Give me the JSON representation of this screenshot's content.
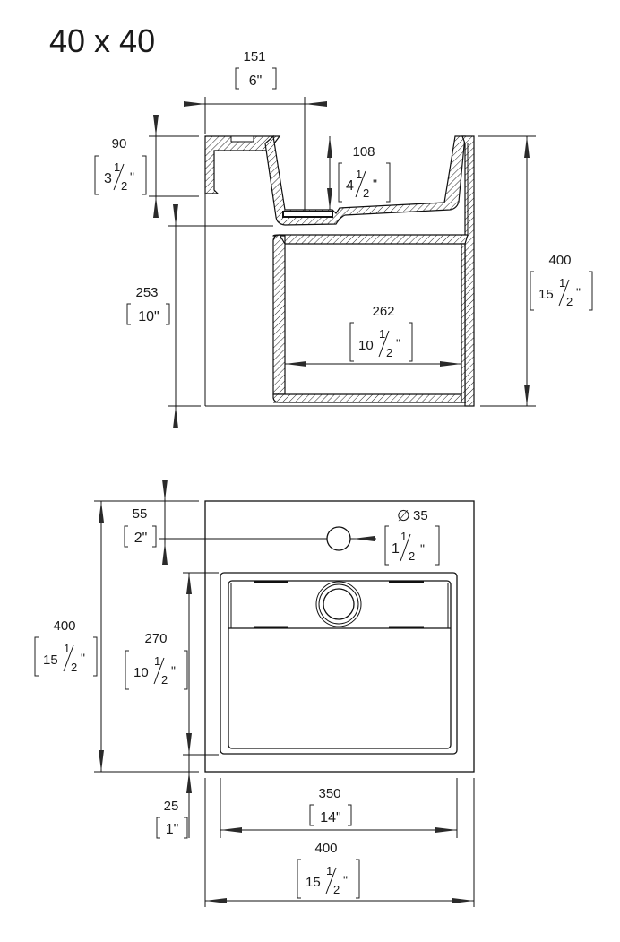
{
  "title": "40 x 40",
  "side_view": {
    "dims": [
      {
        "id": "drain-offset",
        "mm": "151",
        "inch_whole": "6\"",
        "inch_frac": false
      },
      {
        "id": "deck-height",
        "mm": "90",
        "inch_whole": "3",
        "inch_frac": true
      },
      {
        "id": "bowl-depth",
        "mm": "108",
        "inch_whole": "4",
        "inch_frac": true
      },
      {
        "id": "lower-height",
        "mm": "253",
        "inch_whole": "10\"",
        "inch_frac": false
      },
      {
        "id": "inner-width",
        "mm": "262",
        "inch_whole": "10",
        "inch_frac": true
      },
      {
        "id": "total-height",
        "mm": "400",
        "inch_whole": "15",
        "inch_frac": true
      }
    ]
  },
  "top_view": {
    "diameter_symbol": "∅",
    "dims": [
      {
        "id": "hole-offset",
        "mm": "55",
        "inch_whole": "2\"",
        "inch_frac": false
      },
      {
        "id": "hole-diameter",
        "mm": "35",
        "inch_whole": "1",
        "inch_frac": true
      },
      {
        "id": "total-depth",
        "mm": "400",
        "inch_whole": "15",
        "inch_frac": true
      },
      {
        "id": "bowl-depth",
        "mm": "270",
        "inch_whole": "10",
        "inch_frac": true
      },
      {
        "id": "front-margin",
        "mm": "25",
        "inch_whole": "1\"",
        "inch_frac": false
      },
      {
        "id": "bowl-width",
        "mm": "350",
        "inch_whole": "14\"",
        "inch_frac": false
      },
      {
        "id": "total-width",
        "mm": "400",
        "inch_whole": "15",
        "inch_frac": true
      }
    ]
  },
  "fraction": {
    "num": "1",
    "den": "2",
    "suffix": "\""
  }
}
